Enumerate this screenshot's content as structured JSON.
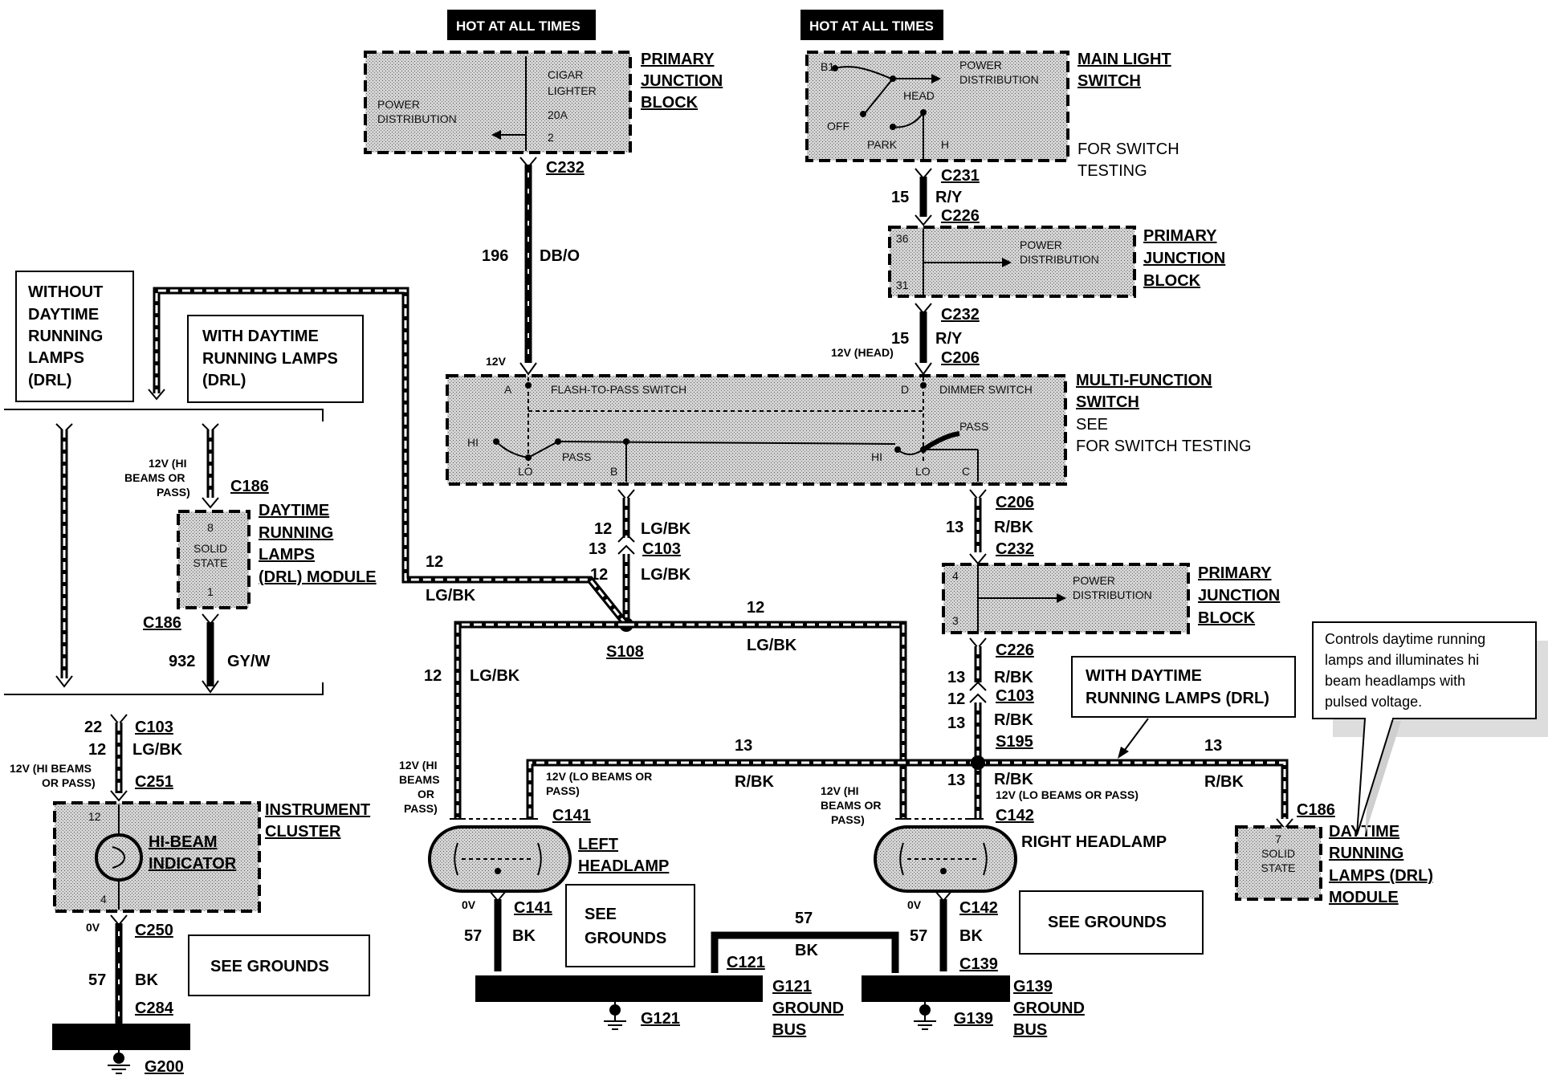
{
  "hot_labels": [
    "HOT AT ALL TIMES",
    "HOT AT ALL TIMES"
  ],
  "components": {
    "pjb_top": {
      "name": [
        "PRIMARY",
        "JUNCTION",
        "BLOCK"
      ],
      "inner": [
        "CIGAR",
        "LIGHTER",
        "20A",
        "2"
      ],
      "power": [
        "POWER",
        "DISTRIBUTION"
      ]
    },
    "main_light_switch": {
      "name": [
        "MAIN LIGHT",
        "SWITCH"
      ],
      "note": [
        "FOR SWITCH",
        "TESTING"
      ],
      "inner": {
        "b1": "B1",
        "power": [
          "POWER",
          "DISTRIBUTION"
        ],
        "head": "HEAD",
        "off": "OFF",
        "park": "PARK",
        "h": "H"
      }
    },
    "pjb_right1": {
      "name": [
        "PRIMARY",
        "JUNCTION",
        "BLOCK"
      ],
      "pin_top": "36",
      "pin_bottom": "31",
      "power": [
        "POWER",
        "DISTRIBUTION"
      ]
    },
    "multi_function": {
      "name": [
        "MULTI-FUNCTION",
        "SWITCH",
        "SEE",
        "FOR SWITCH TESTING"
      ],
      "inner": {
        "a": "A",
        "flash": "FLASH-TO-PASS SWITCH",
        "d": "D",
        "dimmer": "DIMMER SWITCH",
        "hi_l": "HI",
        "lo_l": "LO",
        "pass_l": "PASS",
        "b": "B",
        "hi_r": "HI",
        "lo_r": "LO",
        "c": "C",
        "pass_r": "PASS"
      },
      "v_left": "12V",
      "v_right": "12V (HEAD)"
    },
    "pjb_right2": {
      "name": [
        "PRIMARY",
        "JUNCTION",
        "BLOCK"
      ],
      "pin_top": "4",
      "pin_bottom": "3",
      "power": [
        "POWER",
        "DISTRIBUTION"
      ]
    },
    "drl_left": {
      "name": [
        "DAYTIME",
        "RUNNING",
        "LAMPS",
        "(DRL) MODULE"
      ],
      "inner": [
        "8",
        "SOLID",
        "STATE",
        "1"
      ]
    },
    "drl_right": {
      "name": [
        "DAYTIME",
        "RUNNING",
        "LAMPS (DRL)",
        "MODULE"
      ],
      "inner": [
        "7",
        "SOLID",
        "STATE"
      ]
    },
    "cluster": {
      "name": [
        "INSTRUMENT",
        "CLUSTER"
      ],
      "indicator": [
        "HI-BEAM",
        "INDICATOR"
      ],
      "pin_top": "12",
      "pin_bottom": "4"
    },
    "left_headlamp": {
      "name": [
        "LEFT",
        "HEADLAMP"
      ]
    },
    "right_headlamp": {
      "name": [
        "RIGHT HEADLAMP"
      ]
    }
  },
  "boxes": {
    "without_drl": [
      "WITHOUT",
      "DAYTIME",
      "RUNNING",
      "LAMPS",
      "(DRL)"
    ],
    "with_drl_left": [
      "WITH DAYTIME",
      "RUNNING LAMPS",
      "(DRL)"
    ],
    "with_drl_right": [
      "WITH DAYTIME",
      "RUNNING LAMPS (DRL)"
    ],
    "see_grounds_1": "SEE GROUNDS",
    "see_grounds_2": [
      "SEE",
      "GROUNDS"
    ],
    "see_grounds_3": "SEE GROUNDS",
    "callout": [
      "Controls daytime running",
      "lamps and illuminates hi",
      "beam headlamps with",
      "pulsed voltage."
    ]
  },
  "connectors": {
    "c232_top": "C232",
    "c231": "C231",
    "c226_a": "C226",
    "c232_mid": "C232",
    "c206_top": "C206",
    "c206_b": "C206",
    "c232_b": "C232",
    "c226_b": "C226",
    "c103_c": "C103",
    "s195": "S195",
    "c142_top": "C142",
    "c103_mid": "C103",
    "s108": "S108",
    "c186_a": "C186",
    "c186_b": "C186",
    "c186_c": "C186",
    "c103_l": "C103",
    "c251": "C251",
    "c250": "C250",
    "c284": "C284",
    "c141_top": "C141",
    "c141_b": "C141",
    "c142_b": "C142",
    "c121": "C121",
    "c139": "C139"
  },
  "wires": {
    "w196": "196",
    "db_o": "DB/O",
    "w15a": "15",
    "ry_a": "R/Y",
    "w15b": "15",
    "ry_b": "R/Y",
    "w12_a": "12",
    "lgbk_a": "LG/BK",
    "w13_a": "13",
    "w12_b": "12",
    "lgbk_b": "LG/BK",
    "w12_left": "12",
    "lgbk_left": "LG/BK",
    "w12_top": "12",
    "lgbk_top": "LG/BK",
    "w12_sideleft": "12",
    "lgbk_sideleft": "LG/BK",
    "w13_r1": "13",
    "rbk_r1": "R/BK",
    "w13_r2": "13",
    "rbk_r2": "R/BK",
    "w12_r3": "12",
    "w13_r4": "13",
    "rbk_r4": "R/BK",
    "w13_r5": "13",
    "rbk_r5": "R/BK",
    "w13_h": "13",
    "rbk_h": "R/BK",
    "w13_h2": "13",
    "rbk_h2": "R/BK",
    "w932": "932",
    "gyw": "GY/W",
    "w22": "22",
    "w12_c": "12",
    "lgbk_c": "LG/BK",
    "w57_l": "57",
    "bk_l": "BK",
    "w57_a": "57",
    "bk_a": "BK",
    "w57_b": "57",
    "bk_b": "BK",
    "w57_c": "57",
    "bk_c": "BK"
  },
  "voltages": {
    "v_hibeams_drl": [
      "12V (HI",
      "BEAMS OR",
      "PASS)"
    ],
    "v_hibeams_cl": [
      "12V (HI BEAMS",
      "OR PASS)"
    ],
    "v_lhi": [
      "12V (HI",
      "BEAMS",
      "OR",
      "PASS)"
    ],
    "v_llo": [
      "12V (LO BEAMS OR",
      "PASS)"
    ],
    "v_rhi": [
      "12V (HI",
      "BEAMS OR",
      "PASS)"
    ],
    "v_rlo": "12V (LO BEAMS OR PASS)",
    "ov_l": "0V",
    "ov_a": "0V",
    "ov_b": "0V"
  },
  "grounds": {
    "g200": "G200",
    "g121": "G121",
    "g139": "G139",
    "g121_bus": [
      "G121",
      "GROUND",
      "BUS"
    ],
    "g139_bus": [
      "G139",
      "GROUND",
      "BUS"
    ]
  }
}
